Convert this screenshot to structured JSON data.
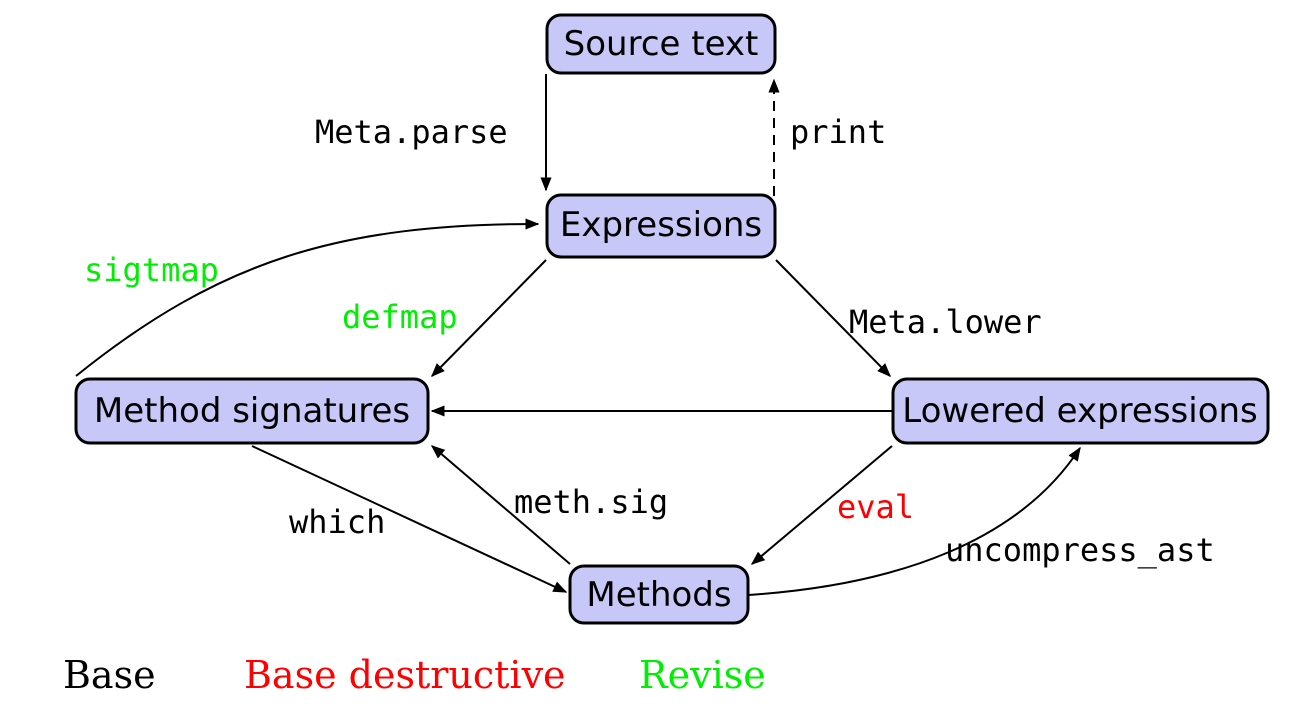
{
  "nodes": {
    "source_text": "Source text",
    "expressions": "Expressions",
    "method_signatures": "Method signatures",
    "lowered_expressions": "Lowered expressions",
    "methods": "Methods"
  },
  "edges": {
    "meta_parse": "Meta.parse",
    "print": "print",
    "sigtmap": "sigtmap",
    "defmap": "defmap",
    "meta_lower": "Meta.lower",
    "which": "which",
    "meth_sig": "meth.sig",
    "eval": "eval",
    "uncompress_ast": "uncompress_ast"
  },
  "legend": {
    "base": "Base",
    "base_destructive": "Base destructive",
    "revise": "Revise"
  },
  "colors": {
    "node_fill": "#c8c8f8",
    "base": "#000000",
    "base_destructive": "#ff0000",
    "revise": "#00ee00"
  }
}
